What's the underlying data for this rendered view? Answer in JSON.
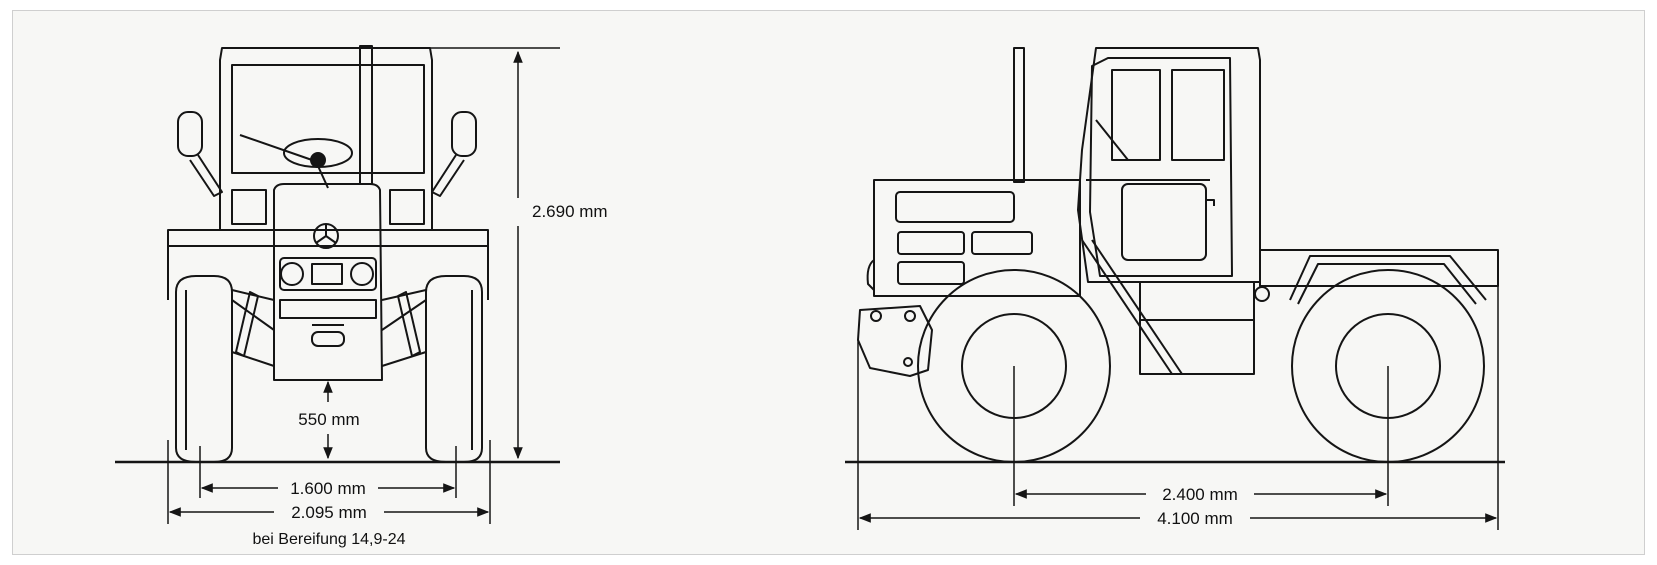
{
  "dimensions": {
    "height_total": "2.690 mm",
    "ground_clearance": "550 mm",
    "track_width": "1.600 mm",
    "overall_width": "2.095 mm",
    "tire_note": "bei Bereifung 14,9-24",
    "wheelbase": "2.400 mm",
    "overall_length": "4.100 mm"
  },
  "colors": {
    "line": "#151515",
    "background": "#f7f7f5"
  }
}
